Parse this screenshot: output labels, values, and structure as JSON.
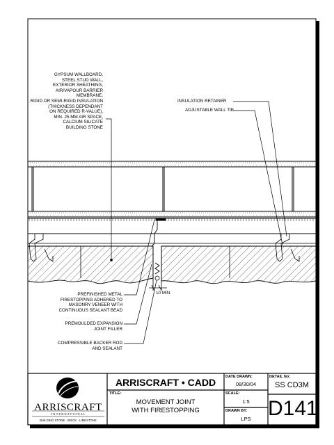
{
  "annotations": {
    "left_layers": [
      "GYPSUM WALLBOARD,",
      "STEEL STUD WALL,",
      "EXTERIOR SHEATHING,",
      "AIR/VAPOUR BARRIER",
      "MEMBRANE,",
      "RIGID OR SEMI-RIGID INSULATION",
      "(THICKNESS DEPENDANT",
      "ON REQUIRED R-VALUE),",
      "MIN. 25 MM AIR SPACE,",
      "CALCIUM SILICATE",
      "BUILDING STONE"
    ],
    "insulation_retainer": "INSULATION RETAINER",
    "adjustable_wall_tie": "ADJUSTABLE WALL TIE",
    "joint_width": "10 MIN.",
    "firestopping": [
      "PREFINISHED METAL",
      "FIRESTOPPING ADHERED TO",
      "MASONRY VENEER WITH",
      "CONTINUOUS SEALANT BEAD"
    ],
    "expansion_filler": [
      "PREMOULDED EXPANSION",
      "JOINT FILLER"
    ],
    "backer_rod": [
      "COMPRESSIBLE BACKER ROD",
      "AND SEALANT"
    ]
  },
  "title_block": {
    "logo_name": "ARRISCRAFT",
    "logo_sub": "I N T E R N A T I O N A L",
    "logo_tagline": "BUILDING STONE · BRICK · LIMESTONE",
    "company": "ARRISCRAFT • CADD",
    "title_label": "TITLE:",
    "title_lines": [
      "MOVEMENT JOINT",
      "WITH FIRESTOPPING"
    ],
    "date_label": "DATE DRAWN:",
    "date": "08/30/04",
    "scale_label": "SCALE:",
    "scale": "1:5",
    "drawn_label": "DRAWN BY:",
    "drawn_by": "LPS",
    "detail_label": "DETAIL No:",
    "detail_code": "SS CD3M",
    "detail_number": "D141"
  },
  "colors": {
    "ink": "#000000",
    "paper": "#ffffff"
  }
}
